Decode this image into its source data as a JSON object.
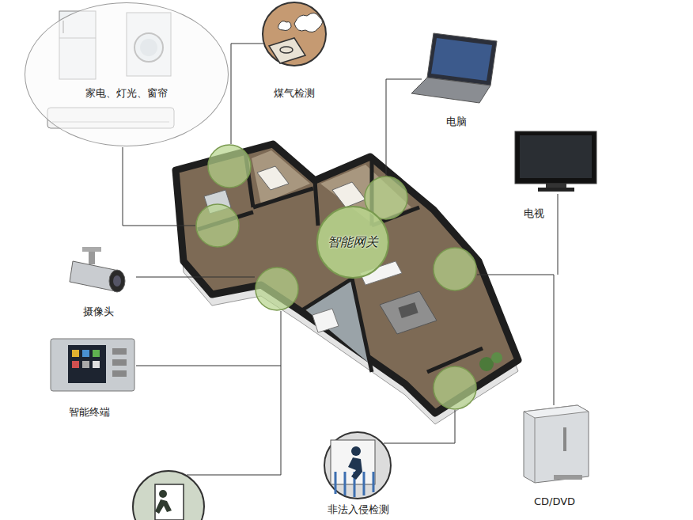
{
  "diagram": {
    "nodes": [
      {
        "text": [
          "家电、灯光、窗帘"
        ]
      },
      {
        "text": [
          "煤气检测"
        ]
      },
      {
        "text": [
          "智能网关"
        ]
      },
      {
        "text": [
          "非法入侵检测"
        ]
      }
    ],
    "labels": [
      "电脑",
      "电视",
      "摄像头",
      "智能终端",
      "CD/DVD"
    ]
  }
}
